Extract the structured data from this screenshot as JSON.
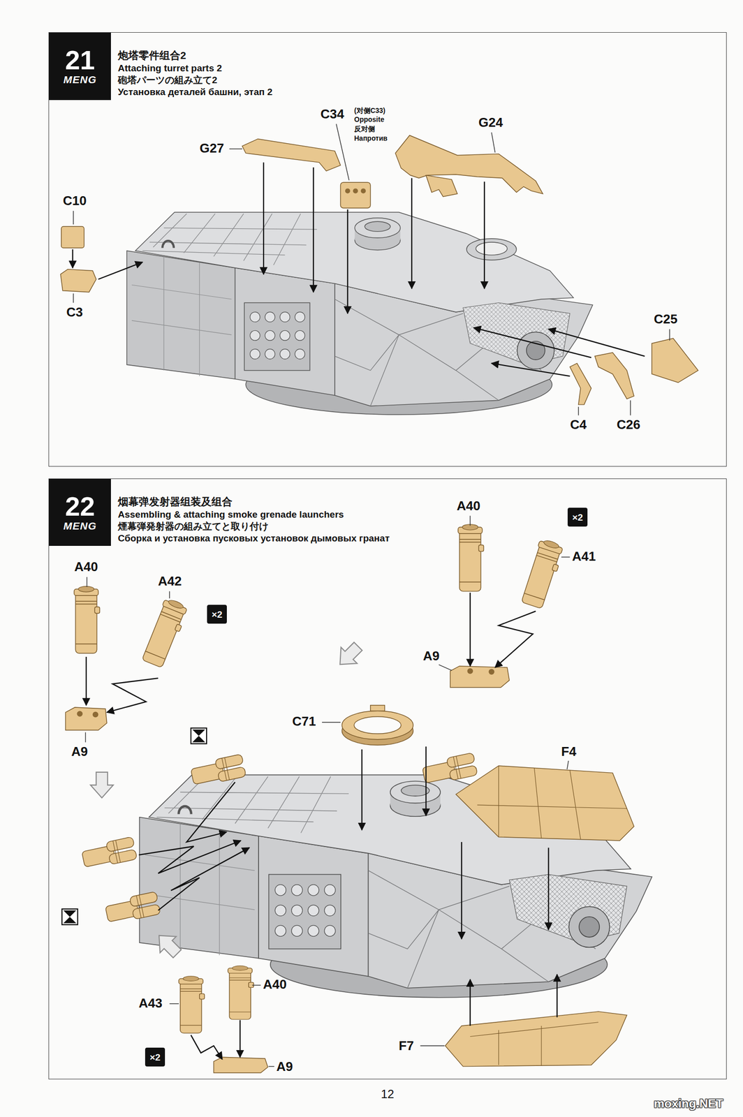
{
  "diagram": {
    "nodes": [
      {
        "text": [
          "炮塔零件组合2",
          "Attaching turret parts 2",
          "砲塔パーツの組み立て2",
          "Установка деталей башни, этап 2"
        ]
      },
      {
        "text": [
          "21",
          "MENG"
        ],
        "in": 0
      },
      {
        "text": [
          "烟幕弹发射器组装及组合",
          "Assembling & attaching smoke grenade launchers",
          "煙幕弾発射器の組み立てと取り付け",
          "Сборка и установка пусковых установок дымовых гранат"
        ]
      },
      {
        "text": [
          "22",
          "MENG"
        ],
        "in": 2
      },
      {
        "text": [
          "×2"
        ],
        "in": 2
      },
      {
        "text": [
          "×2"
        ],
        "in": 2
      },
      {
        "text": [
          "×2"
        ],
        "in": 2
      }
    ],
    "labels": [
      "C10",
      "C3",
      "G27",
      "C34",
      "(对侧C33)",
      "Opposite",
      "反对侧",
      "Напротив",
      "G24",
      "C25",
      "C4",
      "C26",
      "A40",
      "A41",
      "A9",
      "A40",
      "A42",
      "A9",
      "C71",
      "F4",
      "A43",
      "A40",
      "A9",
      "F7",
      "12",
      "moxing.NET"
    ]
  }
}
